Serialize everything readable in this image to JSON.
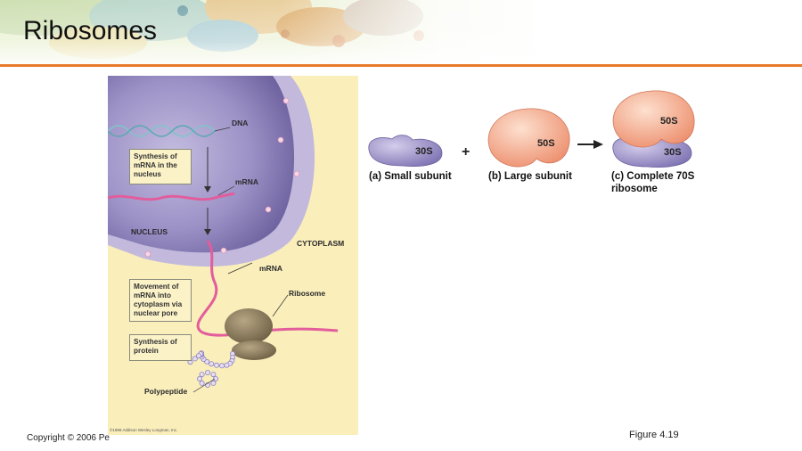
{
  "slide": {
    "title": "Ribosomes",
    "figure_label": "Figure 4.19",
    "copyright": "Copyright © 2006 Pe",
    "image_credit": "©1999 Addison Wesley Longman, Inc."
  },
  "cell_diagram": {
    "dna_label": "DNA",
    "mrna_label_nucleus": "mRNA",
    "nucleus_label": "NUCLEUS",
    "cytoplasm_label": "CYTOPLASM",
    "mrna_label_cytoplasm": "mRNA",
    "ribosome_label": "Ribosome",
    "polypeptide_label": "Polypeptide",
    "box_synthesis_mrna": "Synthesis of mRNA in the nucleus",
    "box_movement": "Movement of mRNA into cytoplasm via nuclear pore",
    "box_synthesis_protein": "Synthesis of protein"
  },
  "subunits": {
    "small": {
      "letter": "(a)",
      "caption": "Small subunit",
      "unit": "30S"
    },
    "plus": "+",
    "large": {
      "letter": "(b)",
      "caption": "Large subunit",
      "unit": "50S"
    },
    "complete": {
      "letter": "(c)",
      "caption_line1": "Complete 70S",
      "caption_line2": "ribosome",
      "top_unit": "50S",
      "bottom_unit": "30S"
    }
  },
  "colors": {
    "accent_rule": "#e87a2c",
    "nucleus_purple": "#8e83b8",
    "panel_background": "#faeebb",
    "mrna_pink": "#e25d9b",
    "small_subunit": "#9d93c8",
    "large_subunit": "#f4a889"
  }
}
